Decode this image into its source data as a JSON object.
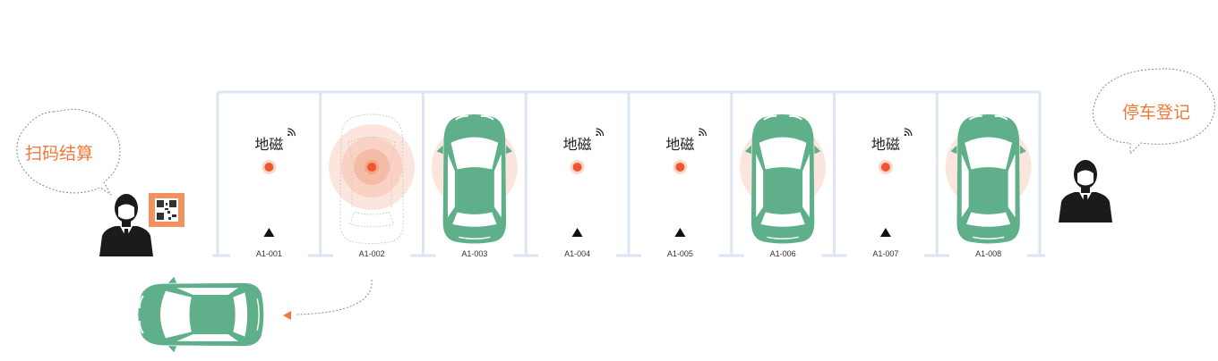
{
  "slots": [
    {
      "code": "A1-001",
      "state": "empty",
      "sensor_label": "地磁"
    },
    {
      "code": "A1-002",
      "state": "leaving",
      "sensor_label": ""
    },
    {
      "code": "A1-003",
      "state": "parked",
      "sensor_label": ""
    },
    {
      "code": "A1-004",
      "state": "empty",
      "sensor_label": "地磁"
    },
    {
      "code": "A1-005",
      "state": "empty",
      "sensor_label": "地磁"
    },
    {
      "code": "A1-006",
      "state": "parked",
      "sensor_label": ""
    },
    {
      "code": "A1-007",
      "state": "empty",
      "sensor_label": "地磁"
    },
    {
      "code": "A1-008",
      "state": "parked",
      "sensor_label": ""
    }
  ],
  "left_bubble": {
    "text": "扫码结算"
  },
  "right_bubble": {
    "text": "停车登记"
  },
  "icons": {
    "person": "businessman-icon",
    "qr": "qr-code-icon",
    "car": "car-topview-icon",
    "sensor": "geomagnetic-sensor-icon",
    "wifi": "wireless-signal-icon"
  },
  "colors": {
    "car": "#5fb08a",
    "accent": "#f07838",
    "lot_line": "#dce6f2",
    "pulse": "#f9d8cb",
    "sensor_dot": "#ee5630"
  }
}
